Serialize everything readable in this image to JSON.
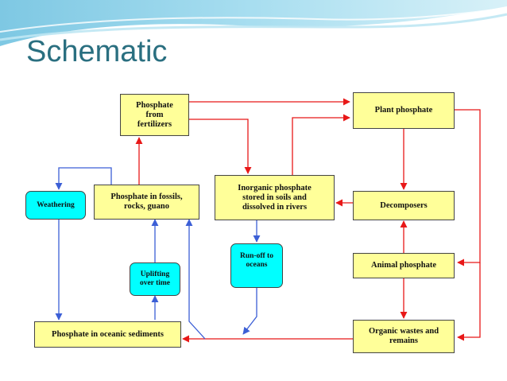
{
  "slide": {
    "title": "Schematic"
  },
  "colors": {
    "title": "#2a6f80",
    "box_fill": "#ffff99",
    "process_fill": "#00ffff",
    "red_arrow": "#e81818",
    "blue_arrow": "#3c5fd6"
  },
  "diagram": {
    "boxes": {
      "fertilizers": "Phosphate\nfrom\nfertilizers",
      "plant": "Plant phosphate",
      "fossils": "Phosphate in fossils,\nrocks, guano",
      "inorganic": "Inorganic phosphate\nstored in soils and\ndissolved in rivers",
      "decomposers": "Decomposers",
      "animal": "Animal phosphate",
      "oceanic": "Phosphate in oceanic sediments",
      "wastes": "Organic wastes and\nremains"
    },
    "processes": {
      "weathering": "Weathering",
      "uplifting": "Uplifting\nover time",
      "runoff": "Run-off to\noceans"
    }
  }
}
